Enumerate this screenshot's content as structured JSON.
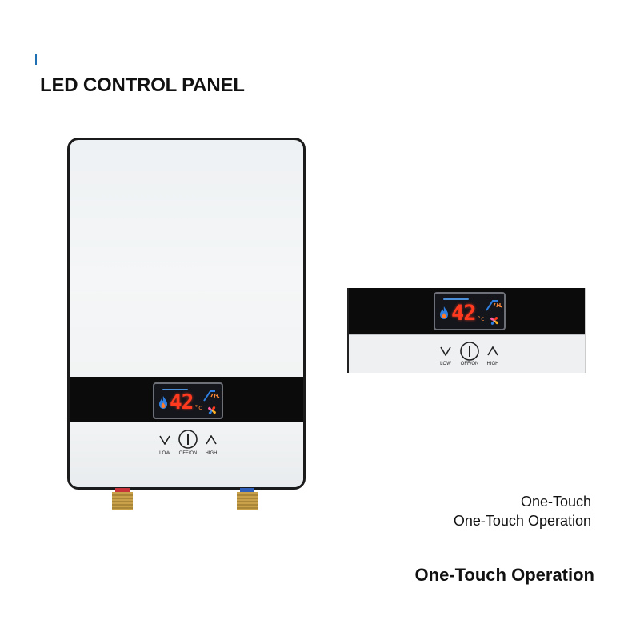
{
  "heading": "LED CONTROL PANEL",
  "display": {
    "temperature": "42"
  },
  "buttons": {
    "low_label": "LOW",
    "power_label": "OFF/ON",
    "high_label": "HIGH"
  },
  "captions": {
    "line1": "One-Touch",
    "line2": "One-Touch Operation",
    "line3": "One-Touch Operation"
  },
  "colors": {
    "accent": "#1f6fb3",
    "led_digits": "#ff3a1f",
    "band": "#0b0b0b",
    "hot_pipe": "#c8343a",
    "cold_pipe": "#2f5fb8",
    "brass": "#c9a14a"
  },
  "icons": [
    "flame-icon",
    "shower-icon",
    "fan-icon",
    "chevron-down-icon",
    "power-icon",
    "chevron-up-icon"
  ]
}
